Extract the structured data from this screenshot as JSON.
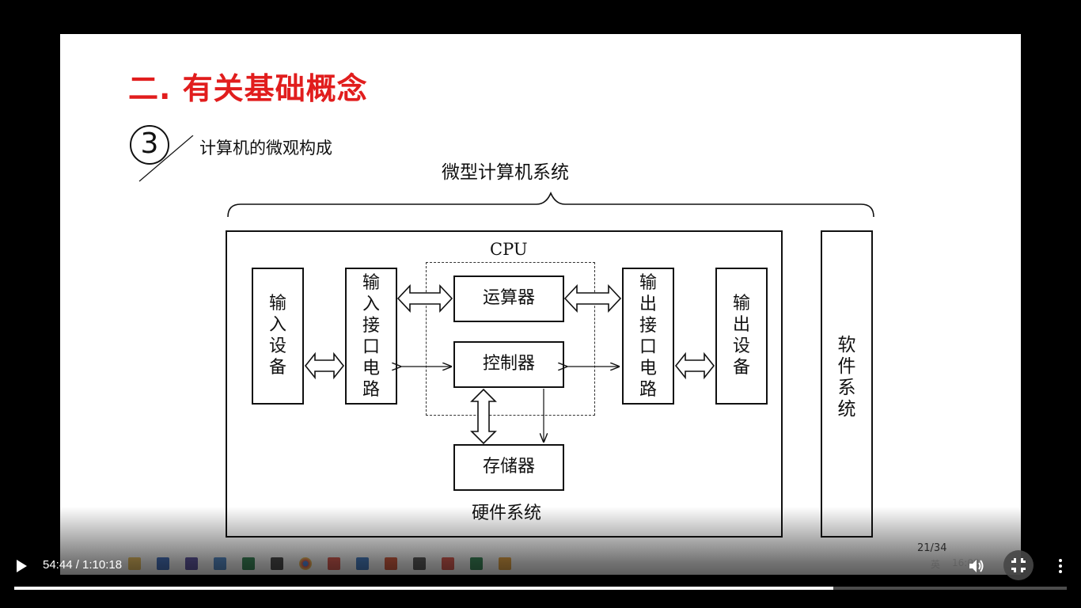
{
  "slide": {
    "title": "二. 有关基础概念",
    "circle_number": "3",
    "subtitle": "计算机的微观构成",
    "system_title": "微型计算机系统",
    "cpu_label": "CPU",
    "boxes": {
      "input_device": "输\n入\n设\n备",
      "input_interface": "输\n入\n接\n口\n电\n路",
      "alu": "运算器",
      "controller": "控制器",
      "output_interface": "输\n出\n接\n口\n电\n路",
      "output_device": "输\n出\n设\n备",
      "memory": "存储器",
      "software": "软\n件\n系\n统"
    },
    "hardware_label": "硬件系统",
    "page_number": "21/34",
    "colors": {
      "title": "#e11d1d",
      "line": "#111111"
    }
  },
  "taskbar": {
    "icons": [
      "folder-icon",
      "word-icon",
      "library-icon",
      "window-icon",
      "excel-icon",
      "app-icon",
      "chrome-icon",
      "rss-icon",
      "photo-icon",
      "powerpoint-icon",
      "app-icon",
      "rss-icon",
      "green-app-icon",
      "orange-app-icon"
    ],
    "clock": "16:08",
    "ime": "英"
  },
  "player": {
    "time_display": "54:44 / 1:10:18",
    "progress": 0.778
  }
}
